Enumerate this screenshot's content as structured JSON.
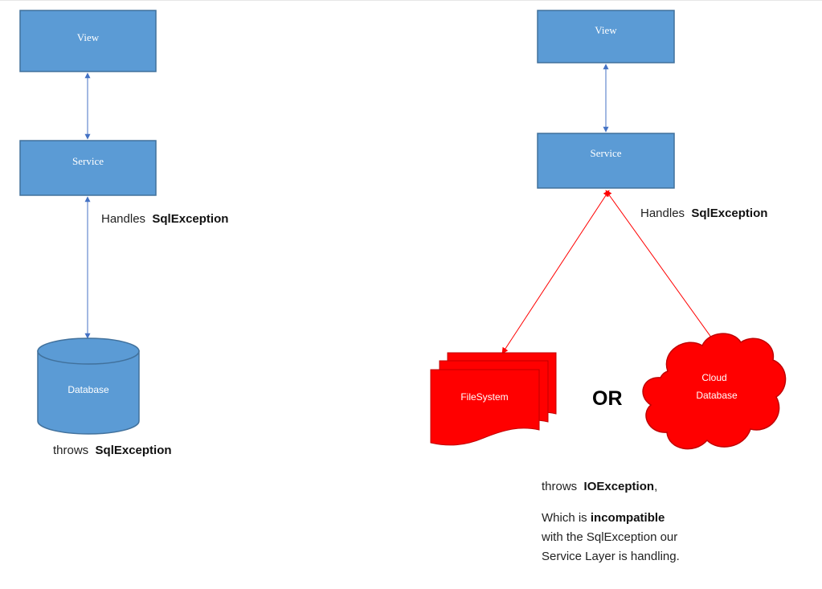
{
  "colors": {
    "box_fill": "#5b9bd5",
    "box_stroke": "#41719c",
    "blue_connector": "#4472c4",
    "red_shape": "#ff0000",
    "red_stroke": "#c00000"
  },
  "left": {
    "view_label": "View",
    "service_label": "Service",
    "database_label": "Database",
    "handles_prefix": "Handles",
    "handles_exception": "SqlException",
    "throws_prefix": "throws",
    "throws_exception": "SqlException"
  },
  "right": {
    "view_label": "View",
    "service_label": "Service",
    "filesystem_label": "FileSystem",
    "cloud_label_line1": "Cloud",
    "cloud_label_line2": "Database",
    "or_label": "OR",
    "handles_prefix": "Handles",
    "handles_exception": "SqlException",
    "throws_prefix": "throws",
    "throws_exception": "IOException",
    "throws_suffix": ",",
    "note_prefix": "Which is",
    "note_emphasis": "incompatible",
    "note_line2": "with the SqlException our",
    "note_line3": "Service Layer is handling."
  }
}
